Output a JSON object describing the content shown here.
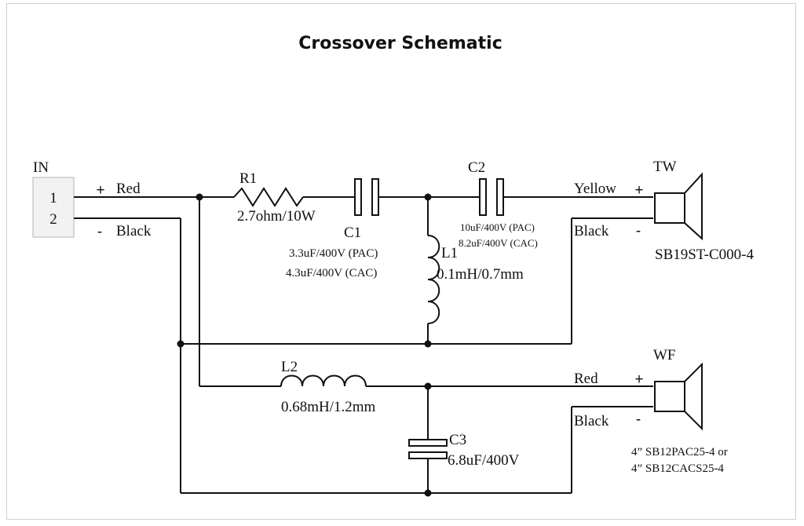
{
  "title": "Crossover Schematic",
  "input": {
    "label": "IN",
    "pin1": "1",
    "pin2": "2"
  },
  "wires": {
    "in_pos_sign": "+",
    "in_pos_color": "Red",
    "in_neg_sign": "-",
    "in_neg_color": "Black",
    "tw_pos_color": "Yellow",
    "tw_pos_sign": "+",
    "tw_neg_color": "Black",
    "tw_neg_sign": "-",
    "wf_pos_color": "Red",
    "wf_pos_sign": "+",
    "wf_neg_color": "Black",
    "wf_neg_sign": "-"
  },
  "components": {
    "r1": {
      "name": "R1",
      "value": "2.7ohm/10W"
    },
    "c1": {
      "name": "C1",
      "value_pac": "3.3uF/400V (PAC)",
      "value_cac": "4.3uF/400V (CAC)"
    },
    "c2": {
      "name": "C2",
      "value_pac": "10uF/400V (PAC)",
      "value_cac": "8.2uF/400V (CAC)"
    },
    "l1": {
      "name": "L1",
      "value": "0.1mH/0.7mm"
    },
    "l2": {
      "name": "L2",
      "value": "0.68mH/1.2mm"
    },
    "c3": {
      "name": "C3",
      "value": "6.8uF/400V"
    }
  },
  "tweeter": {
    "label": "TW",
    "model": "SB19ST-C000-4"
  },
  "woofer": {
    "label": "WF",
    "model_line1": "4” SB12PAC25-4 or",
    "model_line2": "4” SB12CACS25-4"
  }
}
